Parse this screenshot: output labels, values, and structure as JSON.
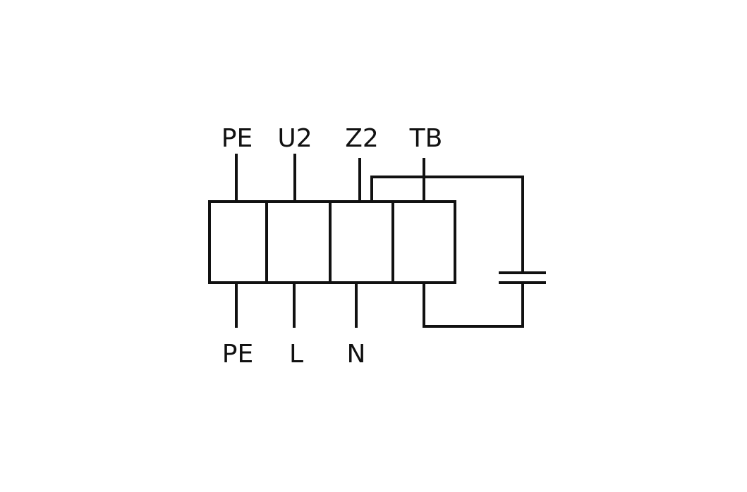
{
  "diagram": {
    "title": "Terminal block wiring with capacitor",
    "top_labels": [
      "PE",
      "U2",
      "Z2",
      "TB"
    ],
    "bottom_labels": [
      "PE",
      "L",
      "N"
    ],
    "line_color": "#111111",
    "background": "#ffffff"
  }
}
